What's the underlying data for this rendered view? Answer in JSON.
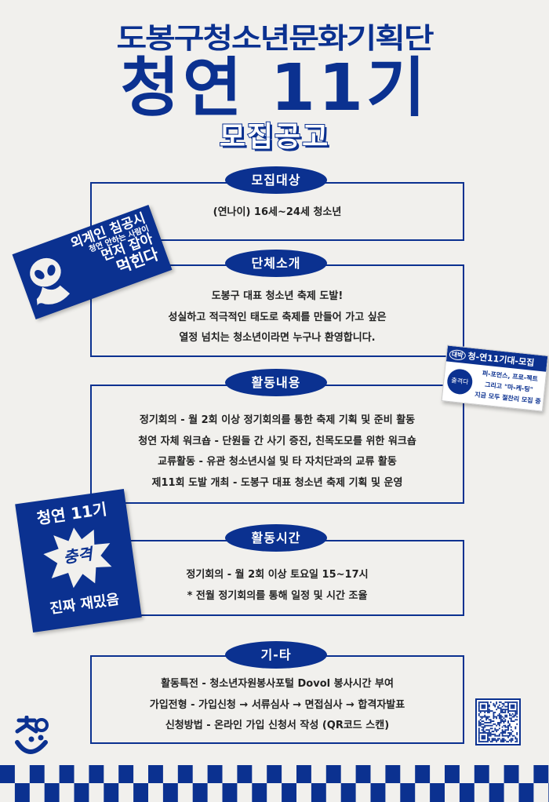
{
  "header": {
    "org": "도봉구청소년문화기획단",
    "title": "청연 11기",
    "subtitle": "모집공고"
  },
  "sections": [
    {
      "title": "모집대상",
      "lines": [
        "(연나이) 16세~24세 청소년"
      ]
    },
    {
      "title": "단체소개",
      "lines": [
        "도봉구 대표 청소년 축제 도발!",
        "성실하고 적극적인 태도로 축제를 만들어 가고 싶은",
        "열정 넘치는 청소년이라면 누구나 환영합니다."
      ]
    },
    {
      "title": "활동내용",
      "lines": [
        "정기회의 - 월 2회 이상 정기회의를 통한 축제 기획 및 준비 활동",
        "청연 자체 워크숍 - 단원들 간 사기 증진, 친목도모를 위한 워크숍",
        "교류활동 -  유관 청소년시설 및 타 자치단과의 교류 활동",
        "제11회 도발 개최 - 도봉구 대표 청소년 축제 기획 및 운영"
      ]
    },
    {
      "title": "활동시간",
      "lines": [
        "정기회의 - 월 2회 이상 토요일 15~17시",
        "* 전월 정기회의를 통해 일정 및 시간 조율"
      ]
    },
    {
      "title": "기-타",
      "lines": [
        "활동특전 - 청소년자원봉사포털 Dovol 봉사시간 부여",
        "가입전형 - 가입신청 → 서류심사 → 면접심사 → 합격자발표",
        "신청방법 - 온라인 가입 신청서 작성 (QR코드 스캔)"
      ]
    }
  ],
  "stickers": {
    "alien": {
      "line1": "외계인 침공시",
      "line2": "청연 안하는 사람이",
      "line3": "먼저 잡아",
      "line4": "먹힌다"
    },
    "ad": {
      "badge": "대박",
      "headline": "청-연11기대-모집",
      "stamp": "출격다",
      "line1": "퍼-포먼스, 프로-젝트",
      "line2": "그리고 \"마-케-팅\"",
      "line3": "지금 모두 절찬리 모집 중"
    },
    "shock": {
      "top": "청연 11기",
      "burst": "충격",
      "bottom": "진짜 재밌음"
    }
  },
  "colors": {
    "brand": "#0b3190",
    "background": "#f1f0ed"
  }
}
